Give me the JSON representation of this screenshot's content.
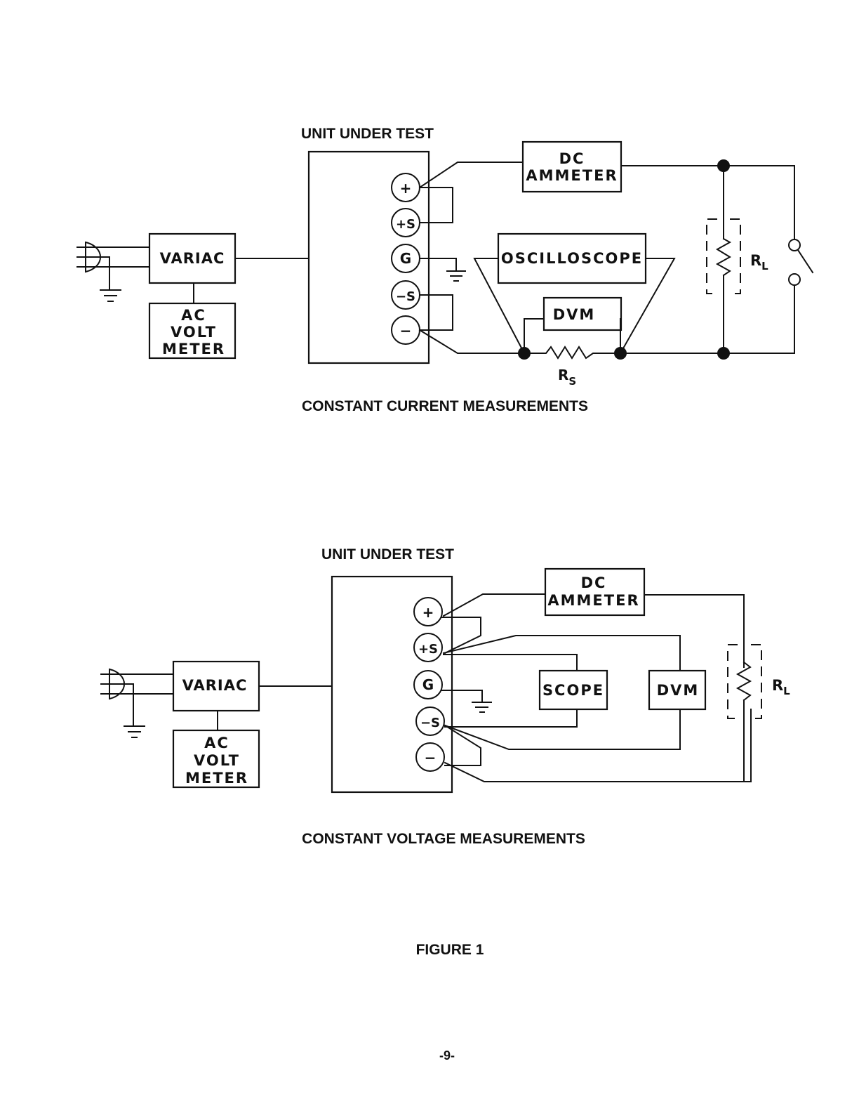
{
  "figure": {
    "title": "FIGURE 1",
    "page_number": "-9-"
  },
  "constant_current": {
    "unit_label": "UNIT UNDER TEST",
    "caption": "CONSTANT CURRENT MEASUREMENTS",
    "variac": "VARIAC",
    "ac_volt_meter": [
      "AC",
      "VOLT",
      "METER"
    ],
    "dc_ammeter": [
      "DC",
      "AMMETER"
    ],
    "oscilloscope": "OSCILLOSCOPE",
    "dvm": "DVM",
    "rs": {
      "main": "R",
      "sub": "S"
    },
    "rl": {
      "main": "R",
      "sub": "L"
    },
    "terminals": [
      "+",
      "+S",
      "G",
      "−S",
      "−"
    ]
  },
  "constant_voltage": {
    "unit_label": "UNIT UNDER TEST",
    "caption": "CONSTANT VOLTAGE MEASUREMENTS",
    "variac": "VARIAC",
    "ac_volt_meter": [
      "AC",
      "VOLT",
      "METER"
    ],
    "dc_ammeter": [
      "DC",
      "AMMETER"
    ],
    "scope": "SCOPE",
    "dvm": "DVM",
    "rl": {
      "main": "R",
      "sub": "L"
    },
    "terminals": [
      "+",
      "+S",
      "G",
      "−S",
      "−"
    ]
  }
}
